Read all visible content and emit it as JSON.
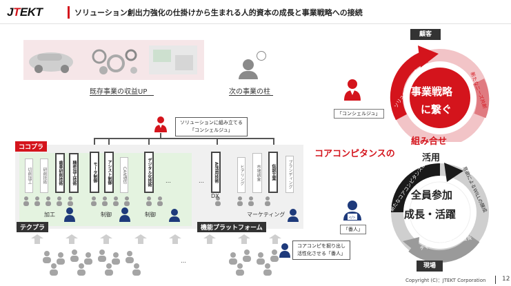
{
  "header": {
    "logo_black1": "J",
    "logo_red": "T",
    "logo_black2": "EKT",
    "title": "ソリューション創出力強化の仕掛けから生まれる人的資本の成長と事業戦略への接続"
  },
  "top": {
    "existing_caption": "既存事業の収益UP",
    "next_caption": "次の事業の柱"
  },
  "concierge": {
    "callout_line1": "ソリューションに組み立てる",
    "callout_line2": "「コンシェルジュ」",
    "right_label": "「コンシェルジュ」"
  },
  "platform": {
    "core_tag": "ココプラ",
    "bottom_tag": "テクプラ",
    "func_tag": "機能プラットフォーム",
    "skills": [
      "切削加工",
      "研削技術",
      "歯車研削技術",
      "精密加工技術",
      "モータ制御",
      "アシスト制御",
      "CAN通信",
      "デジタル化技術",
      "AI活用技術",
      "ヒアリング",
      "市場調査",
      "仮説立案",
      "ブランディング"
    ],
    "ellipsis": "…",
    "group_labels": [
      "加工",
      "制御",
      "制御",
      "DX",
      "マーケティング"
    ]
  },
  "bottom": {
    "callout_line1": "コアコンピを掘り出し",
    "callout_line2": "活性化させる「番人」",
    "ellipsis": "…"
  },
  "right": {
    "customer_tag": "顧客",
    "site_tag": "現場",
    "upper_center_line1": "事業戦略",
    "upper_center_line2": "に繋ぐ",
    "upper_left_arc": "ソリューション提供",
    "upper_right_arc": "新たなニーズ共創",
    "core_text": "コアコンピタンスの",
    "combine": "組み合せ",
    "utilize": "活用",
    "lower_center_line1": "全員参加",
    "lower_center_line2": "成長・活躍",
    "lower_left_arc": "新たなコアコンピタンス獲得",
    "lower_right_arc": "意欲によるWILLの醸成",
    "lower_bottom_arc": "チャレンジを通じた成長",
    "guard_label": "「番人」"
  },
  "footer": {
    "copyright": "Copyright (C)：JTEKT Corporation",
    "page": "12"
  },
  "colors": {
    "accent_red": "#d4141c",
    "dark": "#333333",
    "green_bg": "#e4f3e0"
  }
}
